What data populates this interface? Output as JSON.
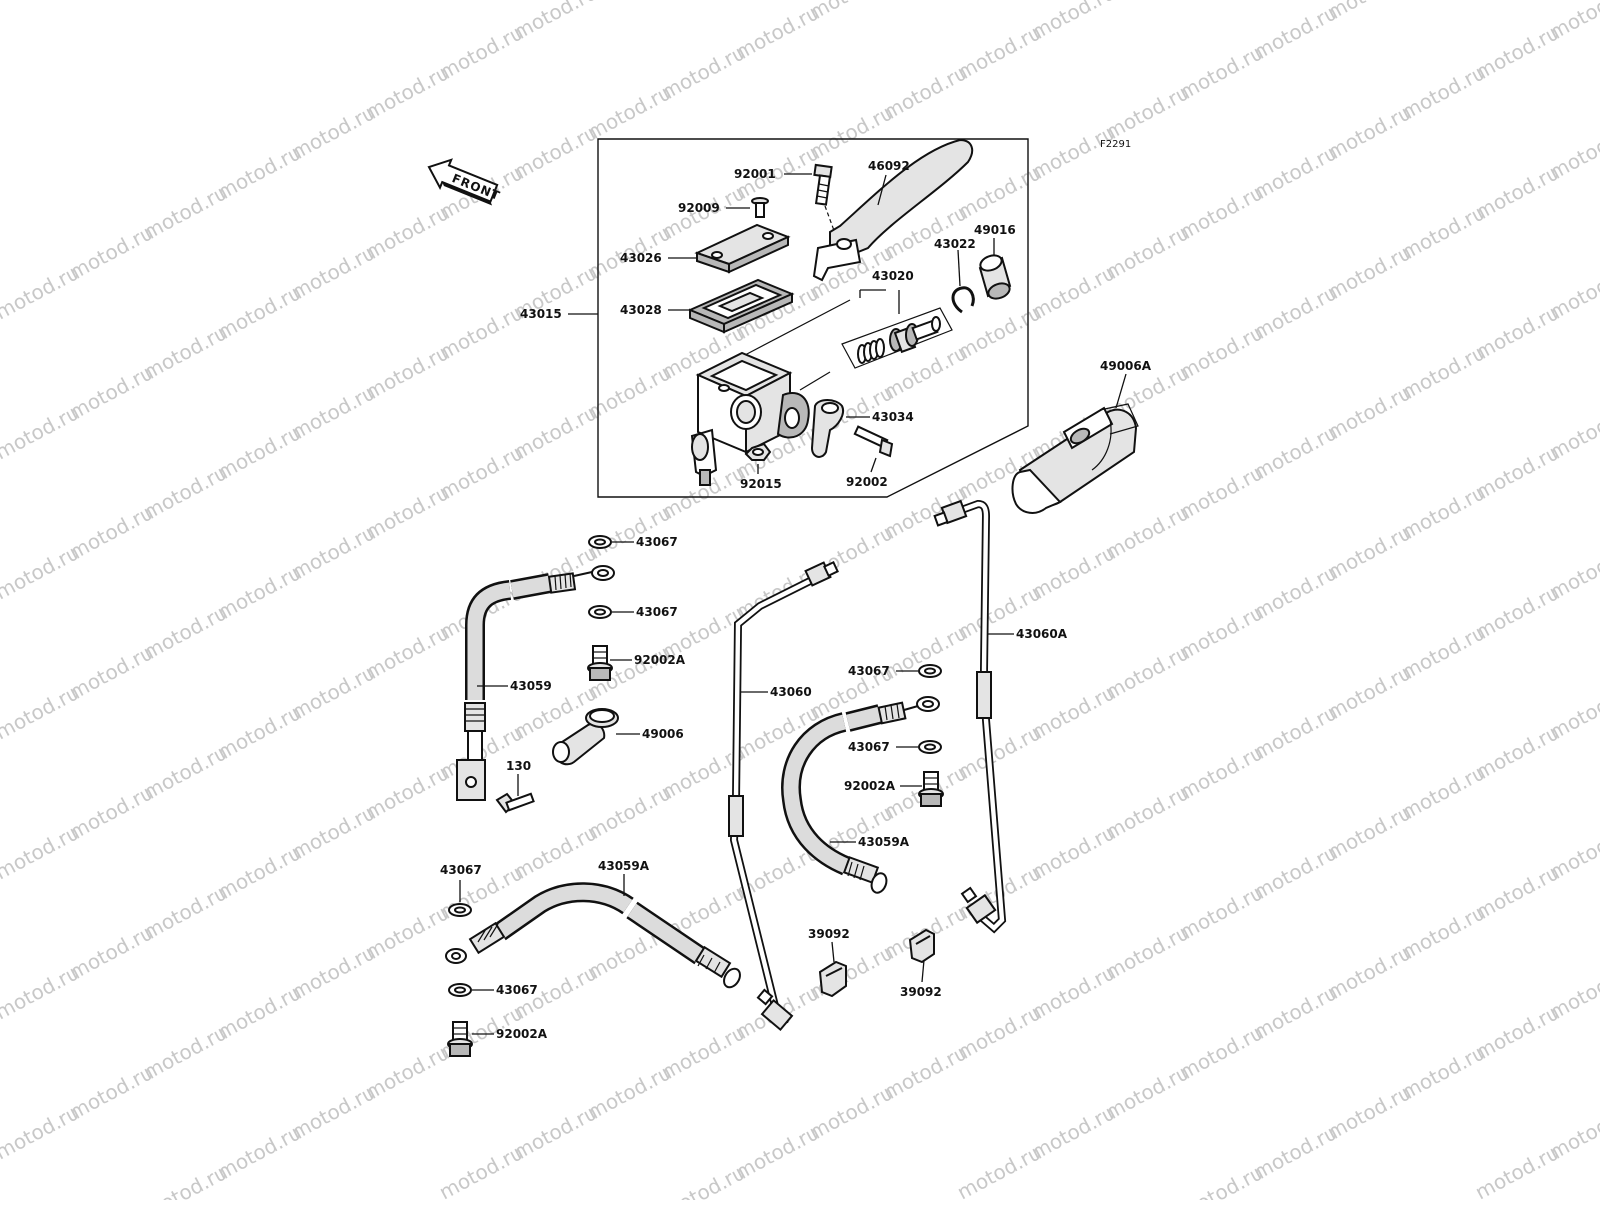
{
  "diagram": {
    "figure_code": "F2291",
    "front_label": "FRONT",
    "watermark": "motod.ru",
    "part_numbers": {
      "p92001": "92001",
      "p46092": "46092",
      "p92009": "92009",
      "p43026": "43026",
      "p43022": "43022",
      "p49016": "49016",
      "p43020": "43020",
      "p43015": "43015",
      "p43028": "43028",
      "p43034": "43034",
      "p92015": "92015",
      "p92002": "92002",
      "p49006A": "49006A",
      "p43067_a": "43067",
      "p43067_b": "43067",
      "p92002A_a": "92002A",
      "p43059": "43059",
      "p49006": "49006",
      "p130": "130",
      "p43060": "43060",
      "p43060A": "43060A",
      "p43067_c": "43067",
      "p43067_d": "43067",
      "p92002A_b": "92002A",
      "p43059A_a": "43059A",
      "p43067_e": "43067",
      "p43059A_b": "43059A",
      "p39092_a": "39092",
      "p39092_b": "39092",
      "p43067_f": "43067",
      "p92002A_c": "92002A"
    }
  }
}
